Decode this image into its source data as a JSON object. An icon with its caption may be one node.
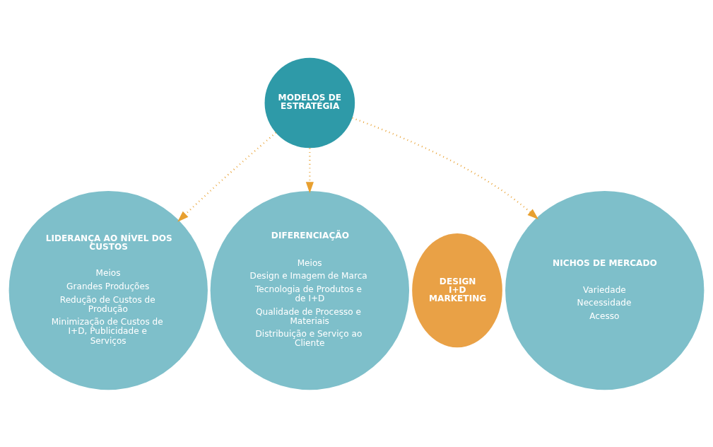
{
  "diagram": {
    "nodes": [
      {
        "text": [
          "MODELOS DE ESTRATÉGIA"
        ]
      },
      {
        "text": [
          "LIDERANÇA AO NÍVEL DOS CUSTOS",
          "Meios",
          "Grandes Produções",
          "Redução de Custos de Produção",
          "Minimização de Custos de I+D, Publicidade e Serviços"
        ]
      },
      {
        "text": [
          "DIFERENCIAÇÃO",
          "Meios",
          "Design e Imagem de Marca",
          "Tecnologia de Produtos e de I+D",
          "Qualidade de Processo e Materiais",
          "Distribuição e Serviço ao Cliente"
        ]
      },
      {
        "text": [
          "DESIGN I+D MARKETING"
        ]
      },
      {
        "text": [
          "NICHOS DE MERCADO",
          "Variedade",
          "Necessidade",
          "Acesso"
        ]
      }
    ],
    "edges": [
      {
        "from": 0,
        "to": 1,
        "arrow": "to",
        "style": "dashed"
      },
      {
        "from": 0,
        "to": 2,
        "arrow": "to",
        "style": "dashed"
      },
      {
        "from": 0,
        "to": 4,
        "arrow": "to",
        "style": "dashed"
      }
    ]
  }
}
